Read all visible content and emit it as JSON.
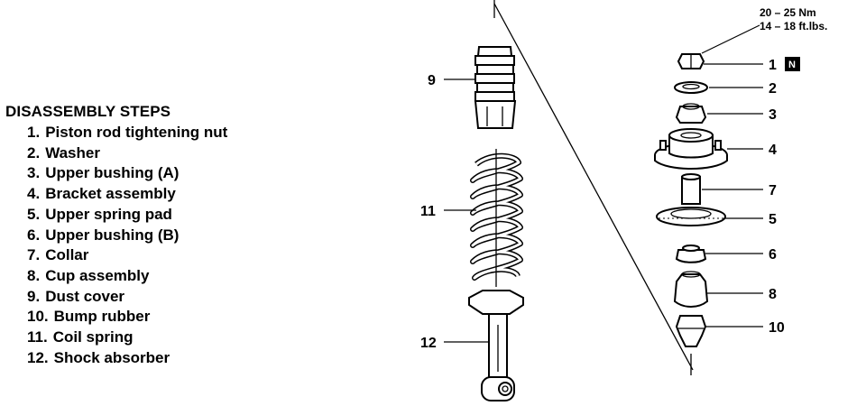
{
  "steps": {
    "title": "DISASSEMBLY STEPS",
    "items": [
      {
        "num": "1.",
        "label": "Piston rod tightening nut"
      },
      {
        "num": "2.",
        "label": "Washer"
      },
      {
        "num": "3.",
        "label": "Upper bushing (A)"
      },
      {
        "num": "4.",
        "label": "Bracket assembly"
      },
      {
        "num": "5.",
        "label": "Upper spring pad"
      },
      {
        "num": "6.",
        "label": "Upper bushing (B)"
      },
      {
        "num": "7.",
        "label": "Collar"
      },
      {
        "num": "8.",
        "label": "Cup assembly"
      },
      {
        "num": "9.",
        "label": "Dust cover"
      },
      {
        "num": "10.",
        "label": "Bump rubber"
      },
      {
        "num": "11.",
        "label": "Coil spring"
      },
      {
        "num": "12.",
        "label": "Shock absorber"
      }
    ]
  },
  "diagram": {
    "torque_line1": "20 – 25 Nm",
    "torque_line2": "14 – 18 ft.lbs.",
    "callouts": {
      "c1": "1",
      "c2": "2",
      "c3": "3",
      "c4": "4",
      "c5": "5",
      "c6": "6",
      "c7": "7",
      "c8": "8",
      "c9": "9",
      "c10": "10",
      "c11": "11",
      "c12": "12"
    },
    "new_part_badge": "N"
  }
}
